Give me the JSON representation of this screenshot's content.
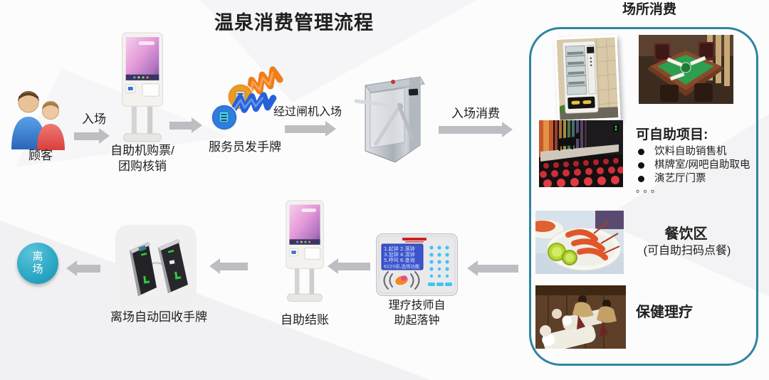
{
  "title": "温泉消费管理流程",
  "flow_top": {
    "customer_label": "顾客",
    "enter_arrow_label": "入场",
    "kiosk_label_line1": "自助机购票/",
    "kiosk_label_line2": "团购核销",
    "wristband_label": "服务员发手牌",
    "gate_arrow_label": "经过闸机入场",
    "consume_arrow_label": "入场消费"
  },
  "venue_panel": {
    "header": "场所消费",
    "self_service": {
      "title": "可自助项目:",
      "bullets": [
        "饮料自助销售机",
        "棋牌室/网吧自助取电",
        "演艺厅门票"
      ],
      "more": "。。。"
    },
    "dining": {
      "title": "餐饮区",
      "subtitle": "(可自助扫码点餐)"
    },
    "massage_label": "保健理疗"
  },
  "flow_bottom": {
    "device_lcd_lines": [
      "1.起钟 2.落钟",
      "3.加钟 4.清钟",
      "5.呼叫 6.查询",
      "6220房,选择功能"
    ],
    "device_label_line1": "理疗技师自",
    "device_label_line2": "助起落钟",
    "checkout_label": "自助结账",
    "exit_gate_label": "离场自动回收手牌",
    "exit_circle_char1": "离",
    "exit_circle_char2": "场"
  },
  "colors": {
    "panel_border": "#2e85a0",
    "exit_circle": "#2aa7c4",
    "arrow_gray": "#bdbec1",
    "lcd_blue": "#3c55cc",
    "wristband_orange": "#ee7d1a",
    "wristband_blue": "#2661d8",
    "title_text": "#1f1f1f"
  }
}
